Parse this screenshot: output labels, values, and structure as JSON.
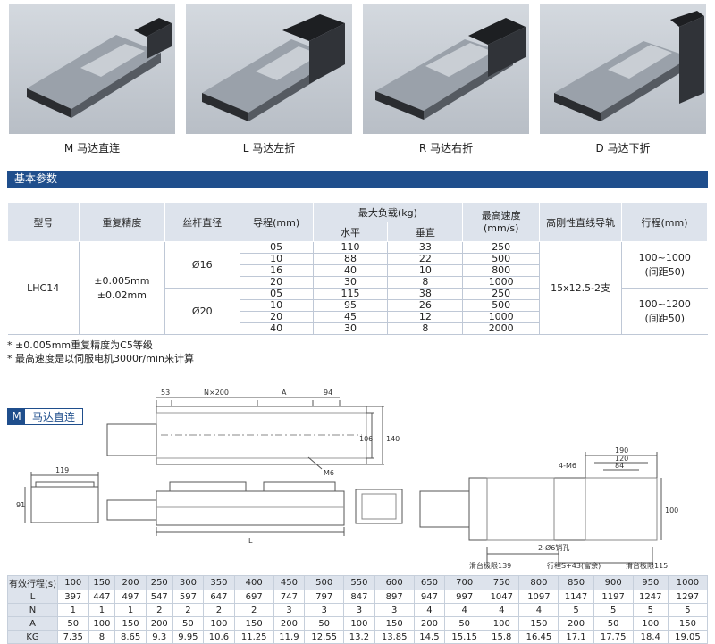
{
  "photos": [
    {
      "caption": "M 马达直连"
    },
    {
      "caption": "L 马达左折"
    },
    {
      "caption": "R 马达右折"
    },
    {
      "caption": "D 马达下折"
    }
  ],
  "section_title": "基本参数",
  "spec_table": {
    "headers": {
      "model": "型号",
      "repeat": "重复精度",
      "screw": "丝杆直径",
      "lead": "导程(mm)",
      "maxload": "最大负载(kg)",
      "horizontal": "水平",
      "vertical": "垂直",
      "speed": "最高速度\n(mm/s)",
      "rail": "高刚性直线导轨",
      "stroke": "行程(mm)"
    },
    "model": "LHC14",
    "repeat_1": "±0.005mm",
    "repeat_2": "±0.02mm",
    "rail": "15x12.5-2支",
    "groups": [
      {
        "screw": "Ø16",
        "stroke_1": "100~1000",
        "stroke_2": "(间距50)",
        "rows": [
          [
            "05",
            "110",
            "33",
            "250"
          ],
          [
            "10",
            "88",
            "22",
            "500"
          ],
          [
            "16",
            "40",
            "10",
            "800"
          ],
          [
            "20",
            "30",
            "8",
            "1000"
          ]
        ]
      },
      {
        "screw": "Ø20",
        "stroke_1": "100~1200",
        "stroke_2": "(间距50)",
        "rows": [
          [
            "05",
            "115",
            "38",
            "250"
          ],
          [
            "10",
            "95",
            "26",
            "500"
          ],
          [
            "20",
            "45",
            "12",
            "1000"
          ],
          [
            "40",
            "30",
            "8",
            "2000"
          ]
        ]
      }
    ]
  },
  "notes": [
    "* ±0.005mm重复精度为C5等级",
    "* 最高速度是以伺服电机3000r/min来计算"
  ],
  "drawing": {
    "tag_letter": "M",
    "tag_text": "马达直连",
    "dims": {
      "d53": "53",
      "n200": "N×200",
      "a": "A",
      "d94": "94",
      "d106": "106",
      "d140": "140",
      "m6": "M6",
      "d119": "119",
      "d91": "91",
      "l": "L",
      "d190": "190",
      "d120": "120",
      "d84": "84",
      "m6_4": "4-M6",
      "d100": "100",
      "pin": "2-Ø6销孔",
      "limit_l": "滑台极限139",
      "stroke_s": "行程S+43(富余)",
      "limit_r": "滑台极限115"
    }
  },
  "stroke_table": {
    "rows": [
      {
        "label": "有效行程(s)",
        "values": [
          "100",
          "150",
          "200",
          "250",
          "300",
          "350",
          "400",
          "450",
          "500",
          "550",
          "600",
          "650",
          "700",
          "750",
          "800",
          "850",
          "900",
          "950",
          "1000"
        ]
      },
      {
        "label": "L",
        "values": [
          "397",
          "447",
          "497",
          "547",
          "597",
          "647",
          "697",
          "747",
          "797",
          "847",
          "897",
          "947",
          "997",
          "1047",
          "1097",
          "1147",
          "1197",
          "1247",
          "1297"
        ]
      },
      {
        "label": "N",
        "values": [
          "1",
          "1",
          "1",
          "2",
          "2",
          "2",
          "2",
          "3",
          "3",
          "3",
          "3",
          "4",
          "4",
          "4",
          "4",
          "5",
          "5",
          "5",
          "5"
        ]
      },
      {
        "label": "A",
        "values": [
          "50",
          "100",
          "150",
          "200",
          "50",
          "100",
          "150",
          "200",
          "50",
          "100",
          "150",
          "200",
          "50",
          "100",
          "150",
          "200",
          "50",
          "100",
          "150"
        ]
      },
      {
        "label": "KG",
        "values": [
          "7.35",
          "8",
          "8.65",
          "9.3",
          "9.95",
          "10.6",
          "11.25",
          "11.9",
          "12.55",
          "13.2",
          "13.85",
          "14.5",
          "15.15",
          "15.8",
          "16.45",
          "17.1",
          "17.75",
          "18.4",
          "19.05"
        ]
      }
    ]
  }
}
